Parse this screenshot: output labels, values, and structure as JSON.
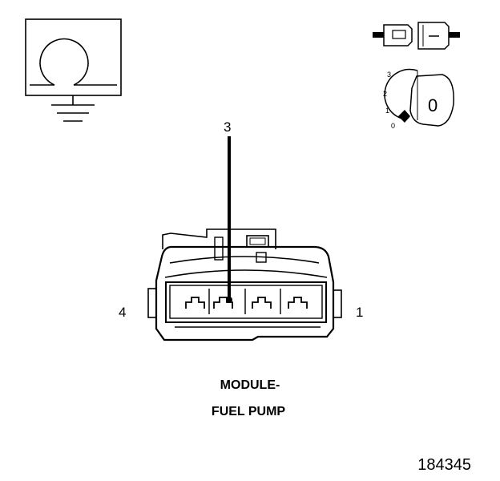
{
  "pins": {
    "pin_left": "4",
    "pin_top": "3",
    "pin_right": "1"
  },
  "component": {
    "line1": "MODULE-",
    "line2": "FUEL PUMP"
  },
  "figure_number": "184345",
  "ignition_key": {
    "positions": [
      "3",
      "2",
      "1",
      "0"
    ],
    "key_glyph": "0"
  },
  "icons": {
    "ground_symbol": "ground-ohm-icon",
    "connector_symbol": "connector-plug-icon",
    "key_symbol": "ignition-key-icon"
  }
}
